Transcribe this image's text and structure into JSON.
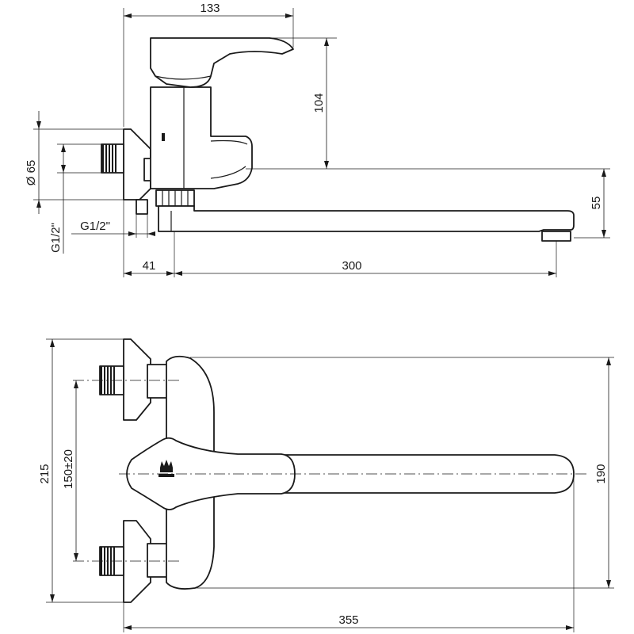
{
  "side_view": {
    "width_top": "133",
    "height_body": "104",
    "diameter_label": "Ø 65",
    "thread_vertical": "G1/2\"",
    "thread_horizontal": "G1/2\"",
    "wall_offset": "41",
    "spout_length": "300",
    "spout_height": "55"
  },
  "top_view": {
    "overall_height": "215",
    "inlet_spacing": "150±20",
    "spout_span": "190",
    "overall_length": "355"
  },
  "logo": {
    "name": "manufacturer-logo-icon"
  }
}
